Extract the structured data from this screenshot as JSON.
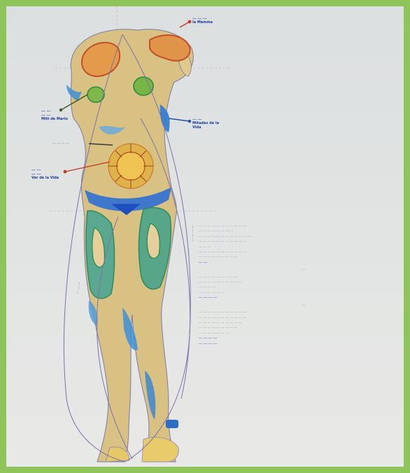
{
  "annotations": {
    "top_right": "... ... ...\nla Mamma",
    "left_breast": "... ...\n... ...\nMitt de Mario",
    "right_side": "... ...\nMitades de la\nVida",
    "navel_left": "... ... ... ...",
    "hip_left": "... ...\n... ...\nVer de la Vida"
  },
  "notes": {
    "paragraph_1": "... ... ... ... ... ... ... ... ... ... ...\n... ... ... ... ... ... ... ...\n... ... ... ... ... ... ... ... ... ... ... ...\n... ... ... ... ... ... ... ... ... ... ...\n... ... ...",
    "paragraph_2": "... ... ... ... ... ... ... ... ... ... ...\n... ... ... ... ... ... ... ... ...",
    "blue_1": "... ...",
    "head_1": "...",
    "paragraph_3": "... ... ... ... ... ... ... ... ...\n... ... ... ... ... ... ... ... ... ...\n... ... ... ...\n... ... ... ... ... ...",
    "blue_2": "... ... ... ...",
    "head_2": "...",
    "paragraph_4": "... ... ... ... ... ... ... ... ... ... ...\n... ... ... ... ... ... ... ... ... ... ...\n... ... ... ... ... ... ... ... ... ...\n... ... ... ... ... ... ... ... ...\n... ... ... ... ... ... ...",
    "blue_3": "... ... ... ...\n... ... ... ..."
  },
  "vertical_labels": {
    "right_thigh": "... ... ... ...",
    "left_leg": "... ... ..."
  },
  "colors": {
    "frame": "#8fc45a",
    "ink": "#2a3d8f"
  }
}
